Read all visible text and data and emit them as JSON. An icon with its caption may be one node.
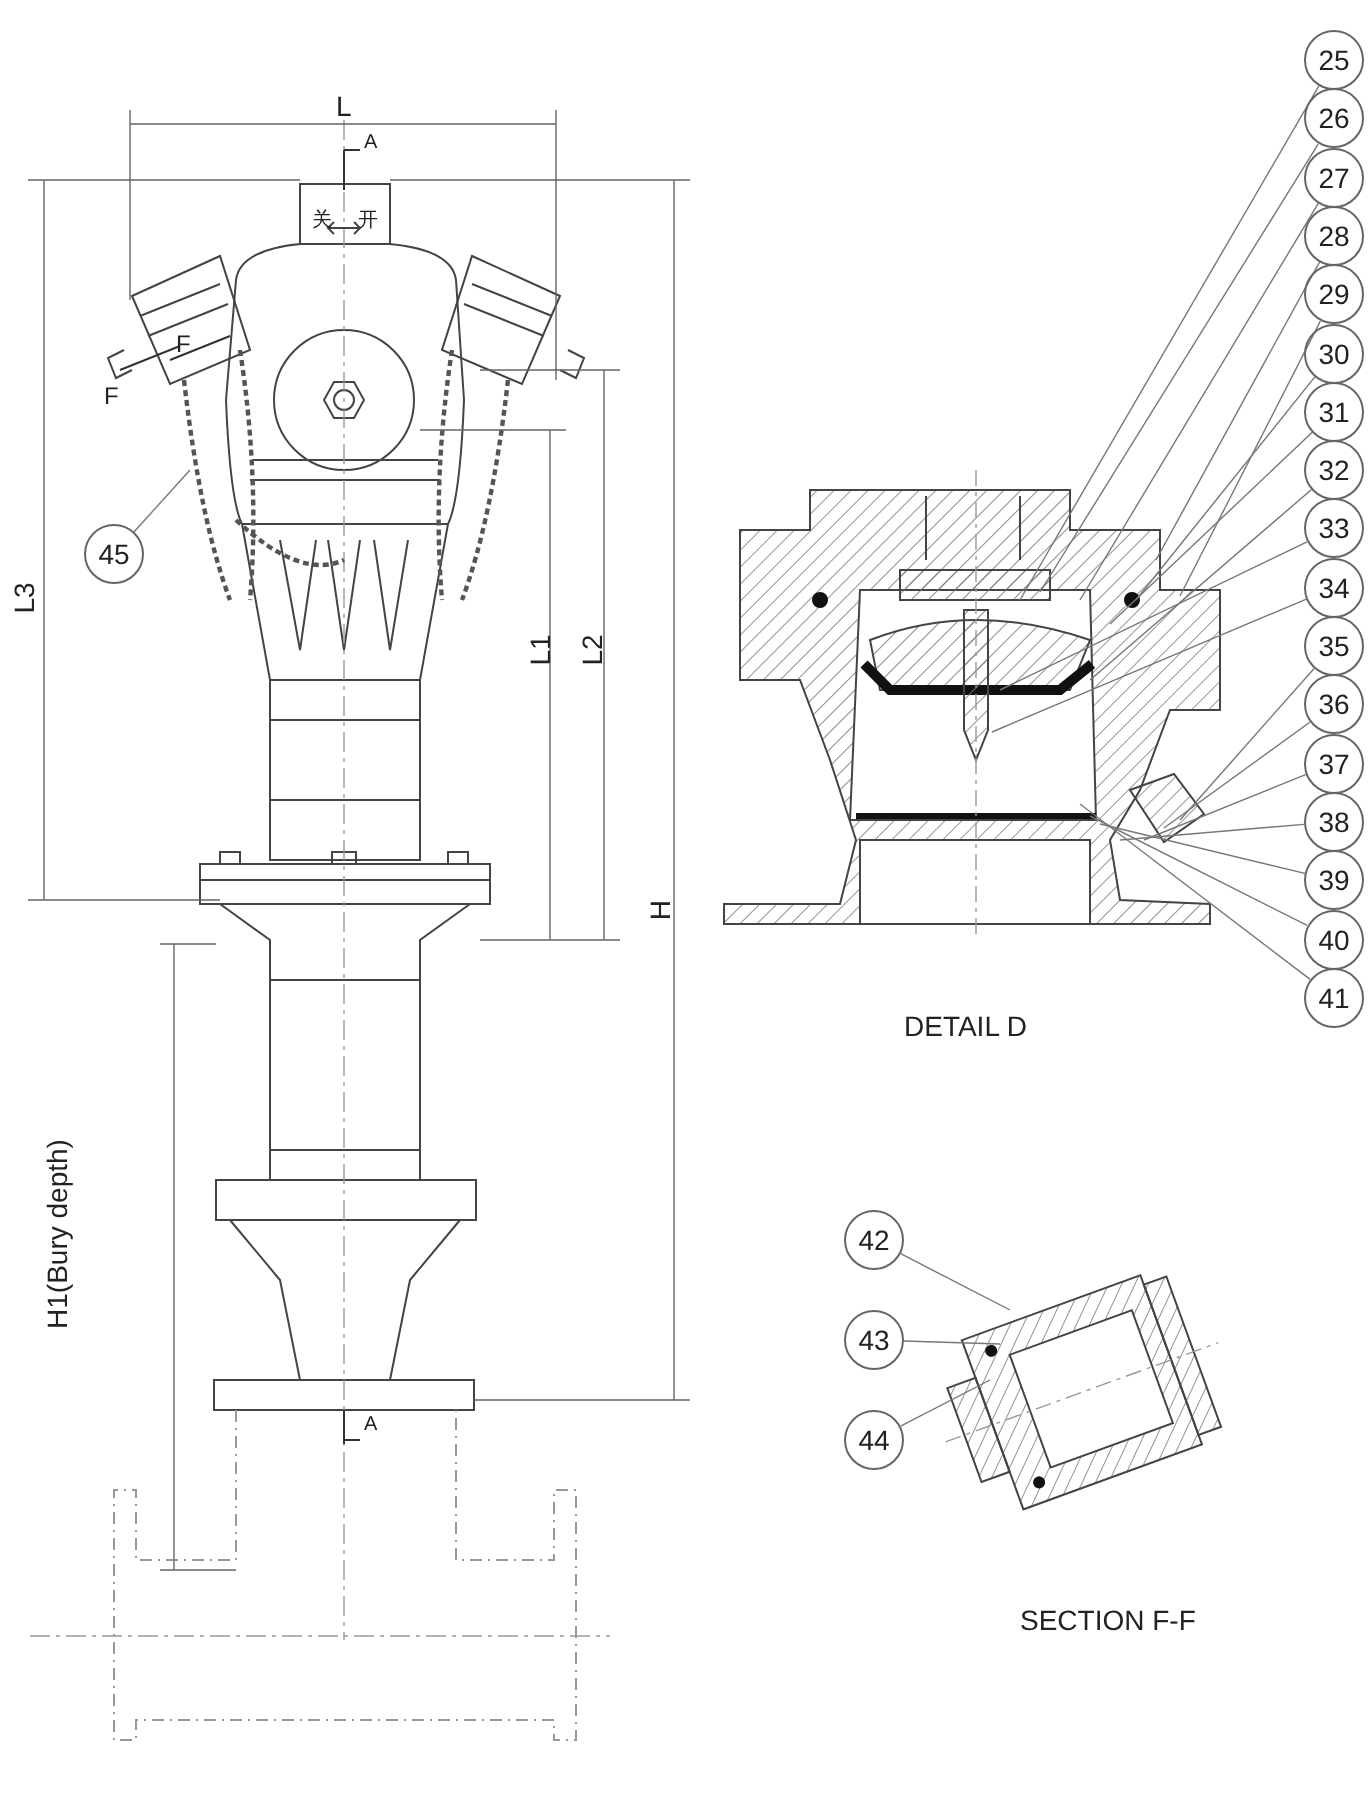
{
  "diagram": {
    "nodes": [
      {
        "text": [
          "25"
        ]
      },
      {
        "text": [
          "26"
        ]
      },
      {
        "text": [
          "27"
        ]
      },
      {
        "text": [
          "28"
        ]
      },
      {
        "text": [
          "29"
        ]
      },
      {
        "text": [
          "30"
        ]
      },
      {
        "text": [
          "31"
        ]
      },
      {
        "text": [
          "32"
        ]
      },
      {
        "text": [
          "33"
        ]
      },
      {
        "text": [
          "34"
        ]
      },
      {
        "text": [
          "35"
        ]
      },
      {
        "text": [
          "36"
        ]
      },
      {
        "text": [
          "37"
        ]
      },
      {
        "text": [
          "38"
        ]
      },
      {
        "text": [
          "39"
        ]
      },
      {
        "text": [
          "40"
        ]
      },
      {
        "text": [
          "41"
        ]
      },
      {
        "text": [
          "42"
        ]
      },
      {
        "text": [
          "43"
        ]
      },
      {
        "text": [
          "44"
        ]
      },
      {
        "text": [
          "45"
        ]
      }
    ],
    "edges": [
      {
        "from": 0,
        "to": null,
        "arrow": "none"
      },
      {
        "from": 1,
        "to": null,
        "arrow": "none"
      },
      {
        "from": 2,
        "to": null,
        "arrow": "none"
      },
      {
        "from": 3,
        "to": null,
        "arrow": "none"
      },
      {
        "from": 4,
        "to": null,
        "arrow": "none"
      },
      {
        "from": 5,
        "to": null,
        "arrow": "none"
      },
      {
        "from": 6,
        "to": null,
        "arrow": "none"
      },
      {
        "from": 7,
        "to": null,
        "arrow": "none"
      },
      {
        "from": 8,
        "to": null,
        "arrow": "none"
      },
      {
        "from": 9,
        "to": null,
        "arrow": "none"
      },
      {
        "from": 10,
        "to": null,
        "arrow": "none"
      },
      {
        "from": 11,
        "to": null,
        "arrow": "none"
      },
      {
        "from": 12,
        "to": null,
        "arrow": "none"
      },
      {
        "from": 13,
        "to": null,
        "arrow": "none"
      },
      {
        "from": 14,
        "to": null,
        "arrow": "none"
      },
      {
        "from": 15,
        "to": null,
        "arrow": "none"
      },
      {
        "from": 16,
        "to": null,
        "arrow": "none"
      },
      {
        "from": 17,
        "to": null,
        "arrow": "none"
      },
      {
        "from": 18,
        "to": null,
        "arrow": "none"
      },
      {
        "from": 19,
        "to": null,
        "arrow": "none"
      },
      {
        "from": 20,
        "to": null,
        "arrow": "none"
      }
    ],
    "labels": [
      "L",
      "A",
      "关",
      "开",
      "F",
      "F",
      "L3",
      "L1",
      "L2",
      "H",
      "H1(Bury depth)",
      "A",
      "DETAIL D",
      "SECTION F-F"
    ]
  }
}
